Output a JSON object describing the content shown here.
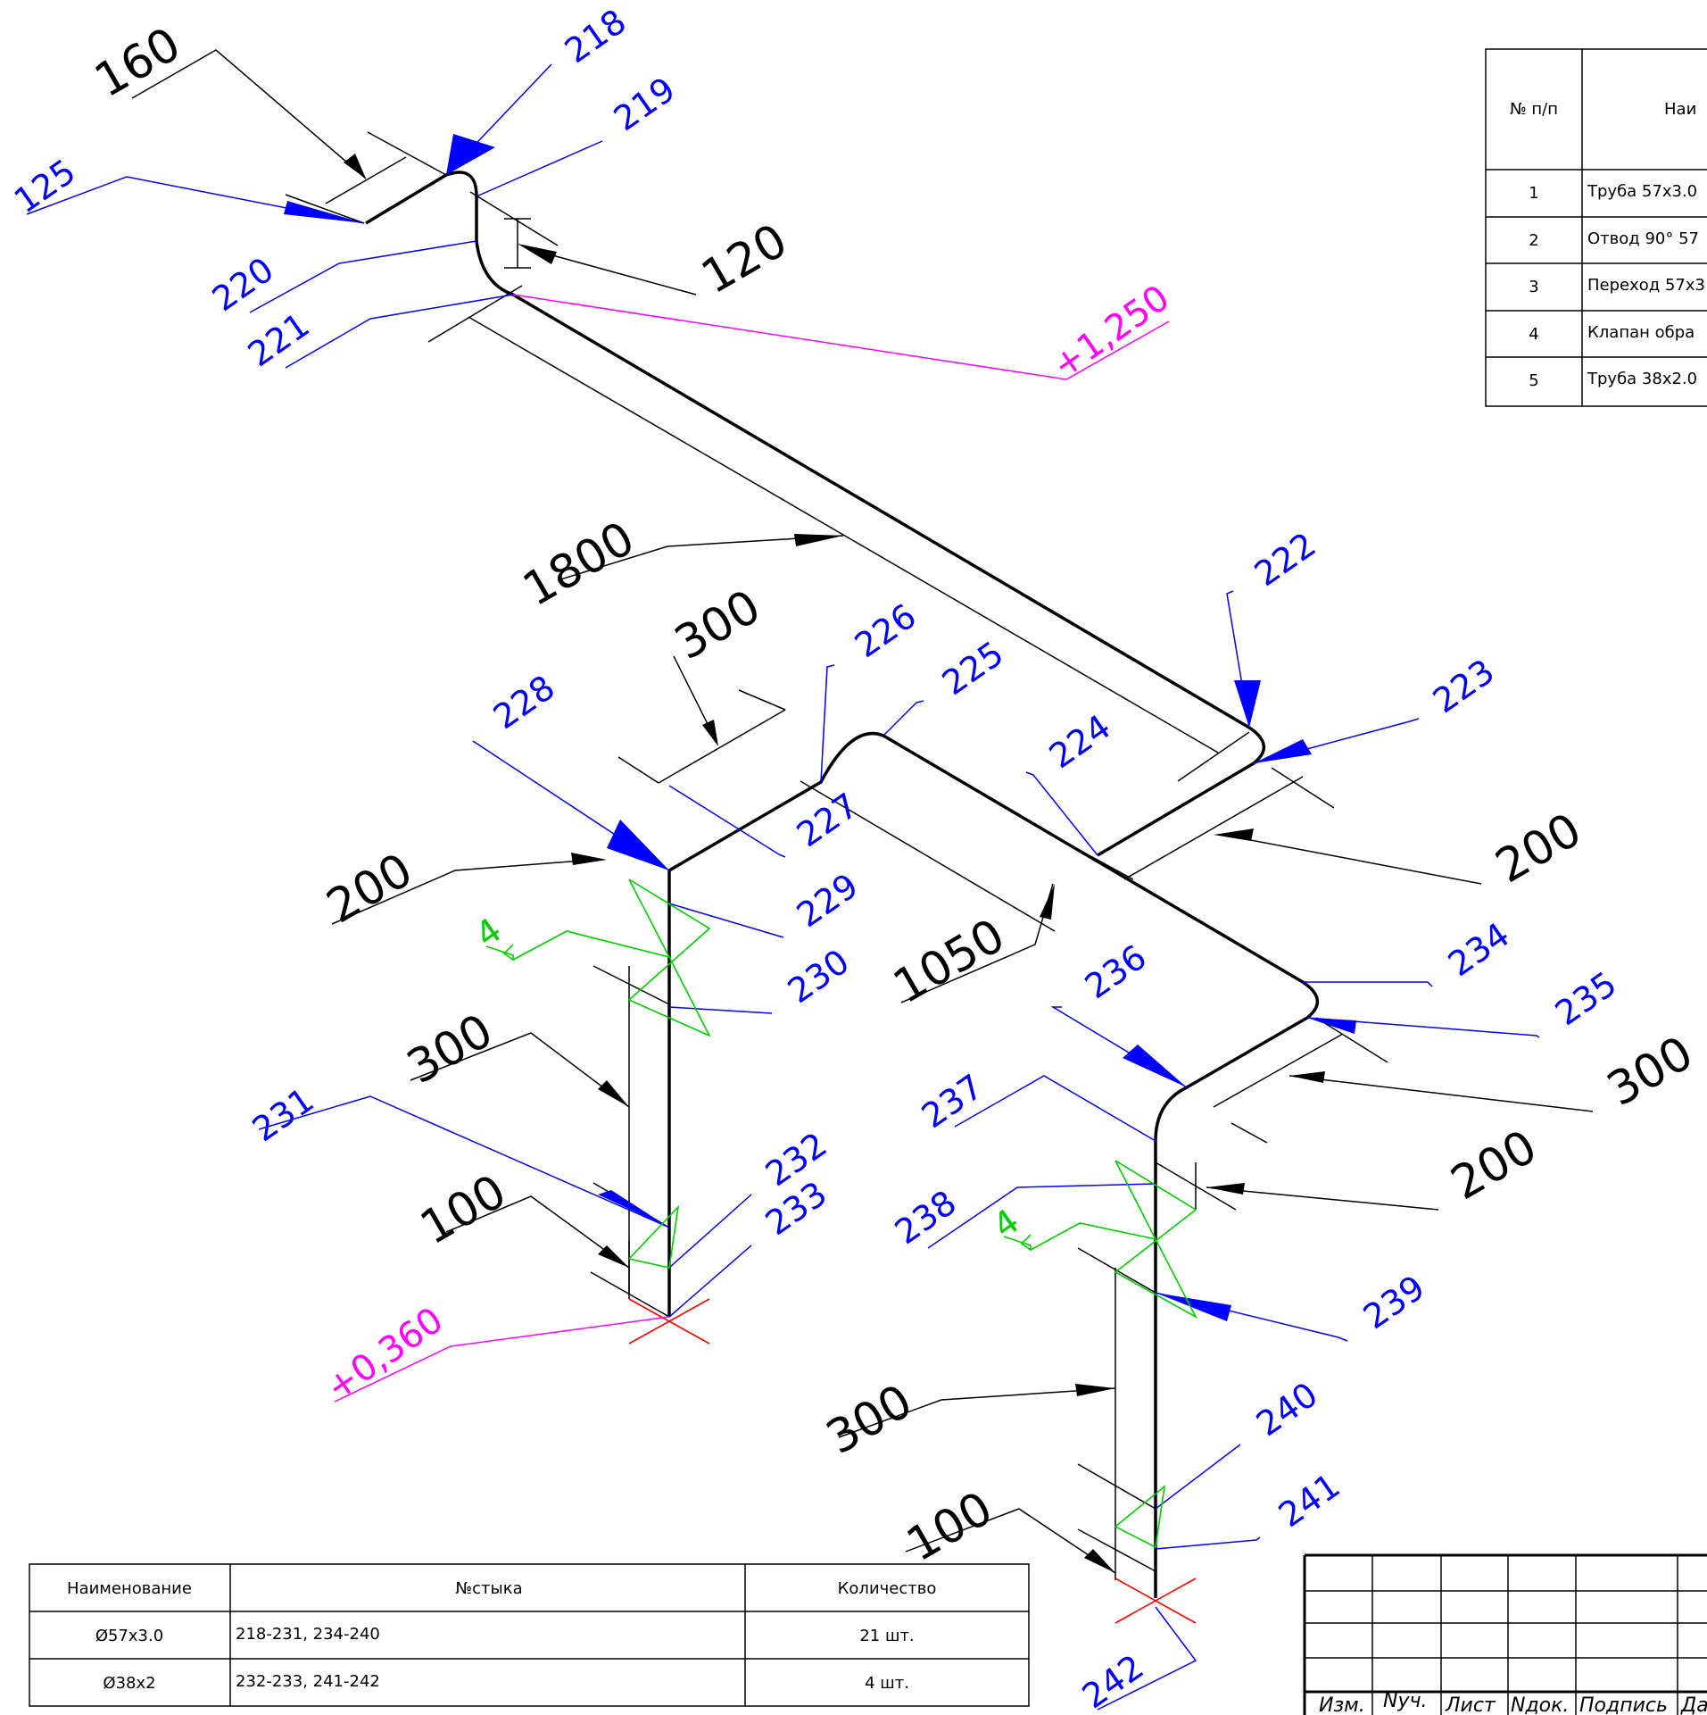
{
  "weld_labels": {
    "w125": "125",
    "w218": "218",
    "w219": "219",
    "w220": "220",
    "w221": "221",
    "w222": "222",
    "w223": "223",
    "w224": "224",
    "w225": "225",
    "w226": "226",
    "w227": "227",
    "w228": "228",
    "w229": "229",
    "w230": "230",
    "w231": "231",
    "w232": "232",
    "w233": "233",
    "w234": "234",
    "w235": "235",
    "w236": "236",
    "w237": "237",
    "w238": "238",
    "w239": "239",
    "w240": "240",
    "w241": "241",
    "w242": "242"
  },
  "dimensions": {
    "d160": "160",
    "d120": "120",
    "d1800": "1800",
    "d300a": "300",
    "d200a": "200",
    "d200b": "200",
    "d1050": "1050",
    "d300b": "300",
    "d100a": "100",
    "d300c": "300",
    "d200c": "200",
    "d300d": "300",
    "d100b": "100"
  },
  "elevations": {
    "top": "+1,250",
    "bottom": "+0,360"
  },
  "valve_labels": {
    "v1": "4",
    "v2": "4"
  },
  "spec_table": {
    "col_num": "№ п/п",
    "col_name": "Наи",
    "rows": [
      {
        "num": "1",
        "name": "Труба 57х3.0"
      },
      {
        "num": "2",
        "name": "Отвод 90° 57"
      },
      {
        "num": "3",
        "name": "Переход 57х3"
      },
      {
        "num": "4",
        "name": "Клапан обра"
      },
      {
        "num": "5",
        "name": "Труба 38х2.0"
      }
    ]
  },
  "joints_table": {
    "headers": {
      "name": "Наименование",
      "joint": "№стыка",
      "qty": "Количество"
    },
    "rows": [
      {
        "name": "Ø57х3.0",
        "joint": "218-231, 234-240",
        "qty": "21 шт."
      },
      {
        "name": "Ø38х2",
        "joint": "232-233, 241-242",
        "qty": "4 шт."
      }
    ]
  },
  "title_block": {
    "izm": "Изм.",
    "nuch": "Nуч.",
    "list": "Лист",
    "ndok": "Nдок.",
    "podpis": "Подпись",
    "data": "Да"
  },
  "colors": {
    "pipe": "#000000",
    "weld": "#0000ff",
    "valve": "#00cc00",
    "elevation": "#ff00ff",
    "support": "#ff0000"
  }
}
